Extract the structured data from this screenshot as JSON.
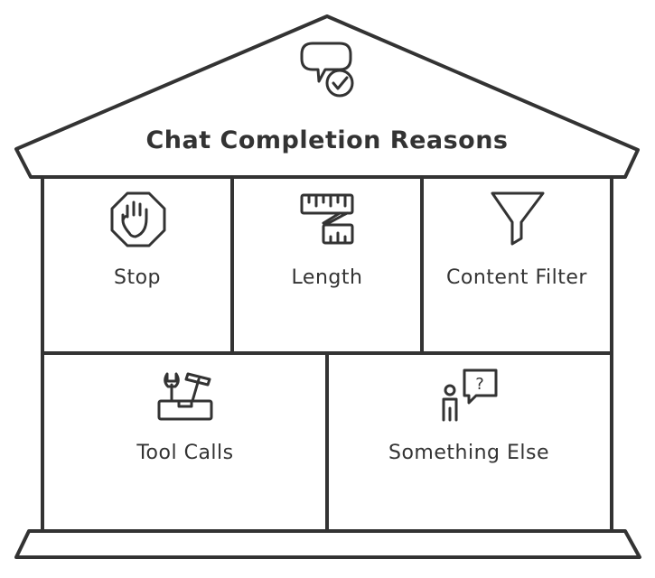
{
  "diagram": {
    "title": "Chat Completion Reasons",
    "title_icon": "speech-bubble-check-icon",
    "rooms": [
      {
        "label": "Stop",
        "icon": "stop-hand-icon"
      },
      {
        "label": "Length",
        "icon": "measuring-tape-icon"
      },
      {
        "label": "Content Filter",
        "icon": "funnel-icon"
      },
      {
        "label": "Tool Calls",
        "icon": "toolbox-icon"
      },
      {
        "label": "Something Else",
        "icon": "person-question-icon"
      }
    ],
    "colors": {
      "stroke": "#333333",
      "background": "#ffffff"
    }
  }
}
